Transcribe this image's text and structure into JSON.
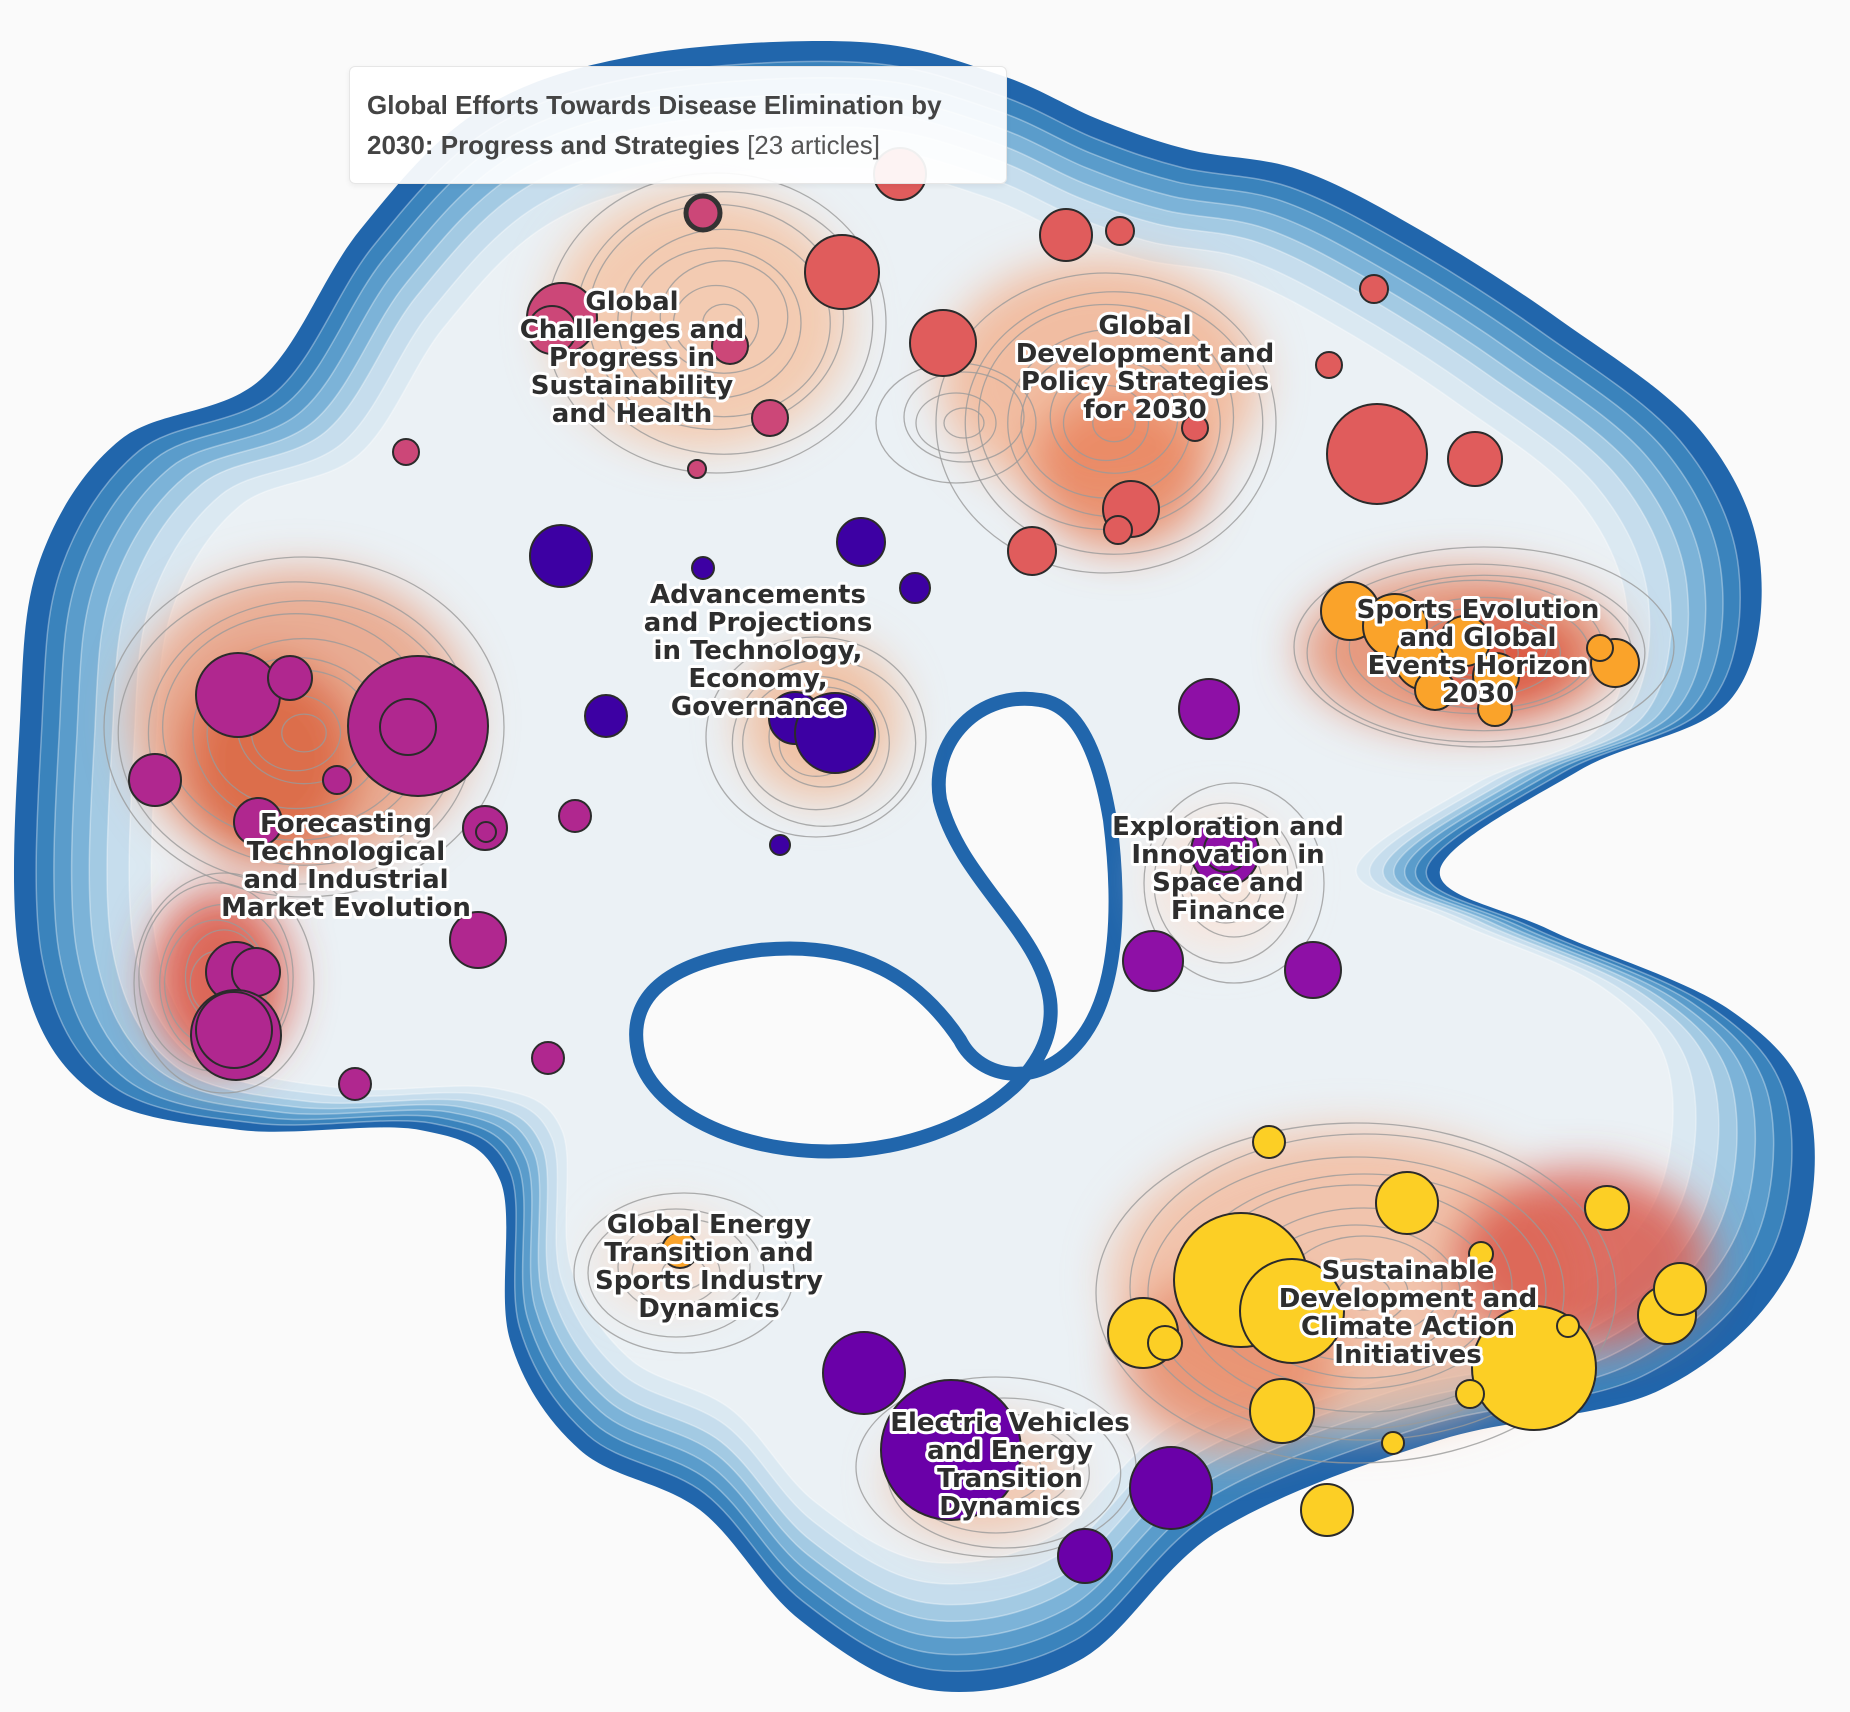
{
  "tooltip": {
    "title": "Global Efforts Towards Disease Elimination by 2030: Progress and Strategies",
    "count": "[23 articles]"
  },
  "colors": {
    "background": "#fafafa",
    "density_low": "#2b6aa8",
    "density_high": "#d9503c",
    "cluster_forecasting": "#b0278f",
    "cluster_advancements": "#3d00a3",
    "cluster_global_challenges": "#cc4778",
    "cluster_global_development": "#e05c5c",
    "cluster_sports_evolution": "#faa32a",
    "cluster_exploration": "#8e10a6",
    "cluster_sustainable": "#fccf25",
    "cluster_ev": "#6a00a8"
  },
  "clusters": [
    {
      "id": "forecasting",
      "lines": [
        "Forecasting",
        "Technological",
        "and Industrial",
        "Market Evolution"
      ]
    },
    {
      "id": "advancements",
      "lines": [
        "Advancements",
        "and Projections",
        "in Technology,",
        "Economy,",
        "Governance"
      ]
    },
    {
      "id": "global_challenges",
      "lines": [
        "Global",
        "Challenges and",
        "Progress in",
        "Sustainability",
        "and Health"
      ]
    },
    {
      "id": "global_development",
      "lines": [
        "Global",
        "Development and",
        "Policy Strategies",
        "for 2030"
      ]
    },
    {
      "id": "sports_evolution",
      "lines": [
        "Sports Evolution",
        "and Global",
        "Events Horizon",
        "2030"
      ]
    },
    {
      "id": "exploration",
      "lines": [
        "Exploration and",
        "Innovation in",
        "Space and",
        "Finance"
      ]
    },
    {
      "id": "global_energy",
      "lines": [
        "Global Energy",
        "Transition and",
        "Sports Industry",
        "Dynamics"
      ]
    },
    {
      "id": "sustainable",
      "lines": [
        "Sustainable",
        "Development and",
        "Climate Action",
        "Initiatives"
      ]
    },
    {
      "id": "ev",
      "lines": [
        "Electric Vehicles",
        "and Energy",
        "Transition",
        "Dynamics"
      ]
    }
  ]
}
